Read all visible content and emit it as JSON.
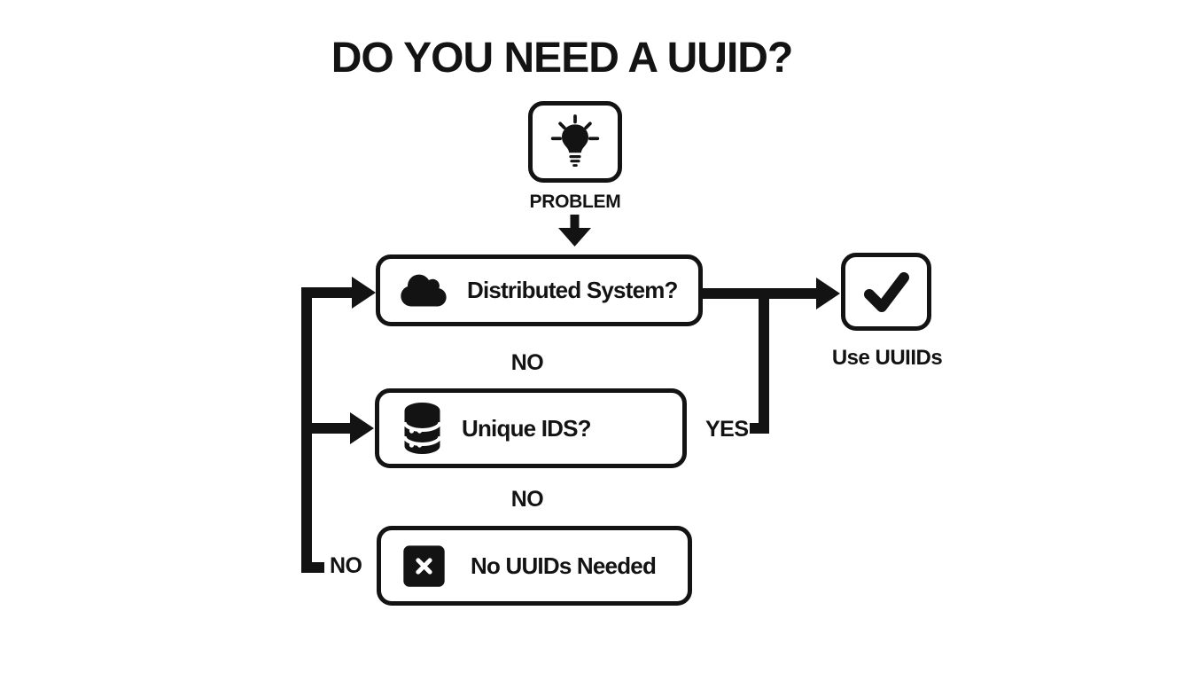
{
  "title": "DO YOU NEED A UUID?",
  "nodes": {
    "problem": {
      "label": "PROBLEM",
      "icon": "lightbulb-icon"
    },
    "distributed_system": {
      "label": "Distributed System?",
      "icon": "cloud-icon"
    },
    "unique_ids": {
      "label": "Unique IDS?",
      "icon": "database-icon"
    },
    "no_uuids_needed": {
      "label": "No UUIDs Needed",
      "icon": "x-mark-icon"
    },
    "use_uuids": {
      "label": "Use UUIIDs",
      "icon": "check-icon"
    }
  },
  "edge_labels": {
    "distributed_no": "NO",
    "unique_no": "NO",
    "trunk_no": "NO",
    "yes": "YES"
  },
  "colors": {
    "ink": "#131313",
    "background": "#ffffff"
  }
}
